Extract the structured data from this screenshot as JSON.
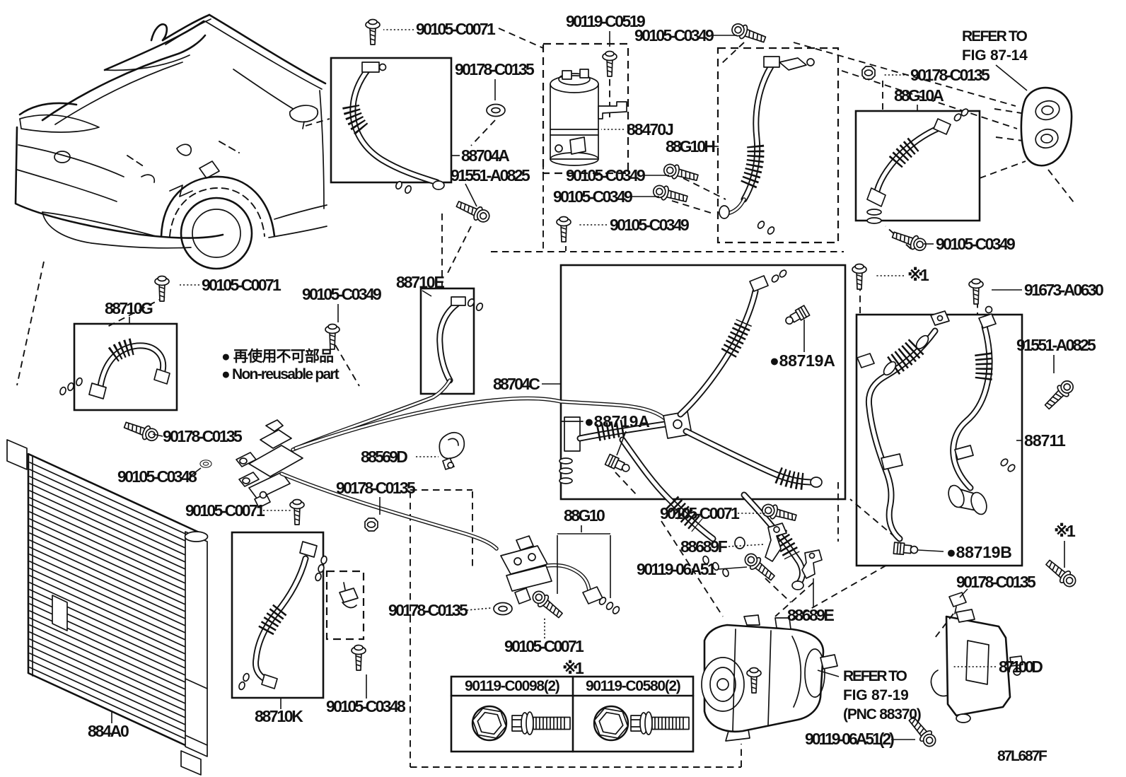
{
  "diagram": {
    "code": "87L687F",
    "note_symbol": "※1",
    "legend": {
      "jp": "● 再使用不可部品",
      "en": "● Non-reusable part"
    },
    "references": {
      "fig14": [
        "REFER TO",
        "FIG 87-14"
      ],
      "fig19": [
        "REFER TO",
        "FIG 87-19",
        "(PNC 88370)"
      ]
    }
  },
  "fastener_table": {
    "columns": [
      {
        "part": "90119-C0098(2)"
      },
      {
        "part": "90119-C0580(2)"
      }
    ]
  },
  "labels": {
    "l01": "90105-C0071",
    "l02": "90119-C0519",
    "l03": "90105-C0349",
    "l04": "90178-C0135",
    "l05": "88470J",
    "l06": "88G10H",
    "l07": "90178-C0135",
    "l08": "88G10A",
    "l09": "88704A",
    "l10": "91551-A0825",
    "l11": "90105-C0349",
    "l12": "90105-C0349",
    "l13": "90105-C0349",
    "l14": "90105-C0349",
    "l15": "91673-A0630",
    "l16": "90105-C0071",
    "l17": "88710G",
    "l18": "90105-C0349",
    "l19": "88710E",
    "l20": "91551-A0825",
    "l21": "88704C",
    "l22": "●88719A",
    "l23": "●88719A",
    "l24": "88711",
    "l25": "90178-C0135",
    "l26": "88569D",
    "l27": "90105-C0348",
    "l28": "90105-C0071",
    "l29": "90178-C0135",
    "l30": "88G10",
    "l31": "90105-C0071",
    "l32": "88689F",
    "l33": "90119-06A51",
    "l34": "88689E",
    "l35": "●88719B",
    "l36": "90178-C0135",
    "l37": "90178-C0135",
    "l38": "90105-C0071",
    "l39": "90105-C0348",
    "l40": "88710K",
    "l41": "884A0",
    "l42": "87100D",
    "l43": "90119-06A51(2)"
  }
}
